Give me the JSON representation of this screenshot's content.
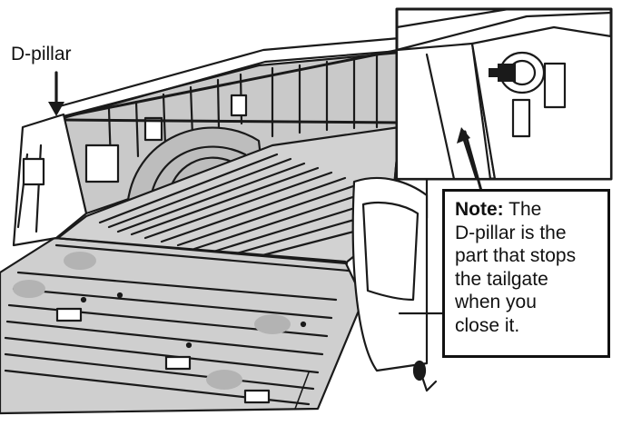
{
  "callout": {
    "label": "D-pillar"
  },
  "note": {
    "heading": "Note:",
    "lines": [
      "The",
      "D-pillar is the",
      "part that stops",
      "the tailgate",
      "when you",
      "close it."
    ]
  },
  "illustration": {
    "subject": "pickup-truck-bed-with-open-tailgate",
    "inset_subject": "tailgate-striker-bolt-on-d-pillar",
    "colors": {
      "line": "#1a1a1a",
      "fill_gray": "#c9c9c9",
      "spot_gray": "#b3b3b3",
      "background": "#ffffff"
    }
  }
}
